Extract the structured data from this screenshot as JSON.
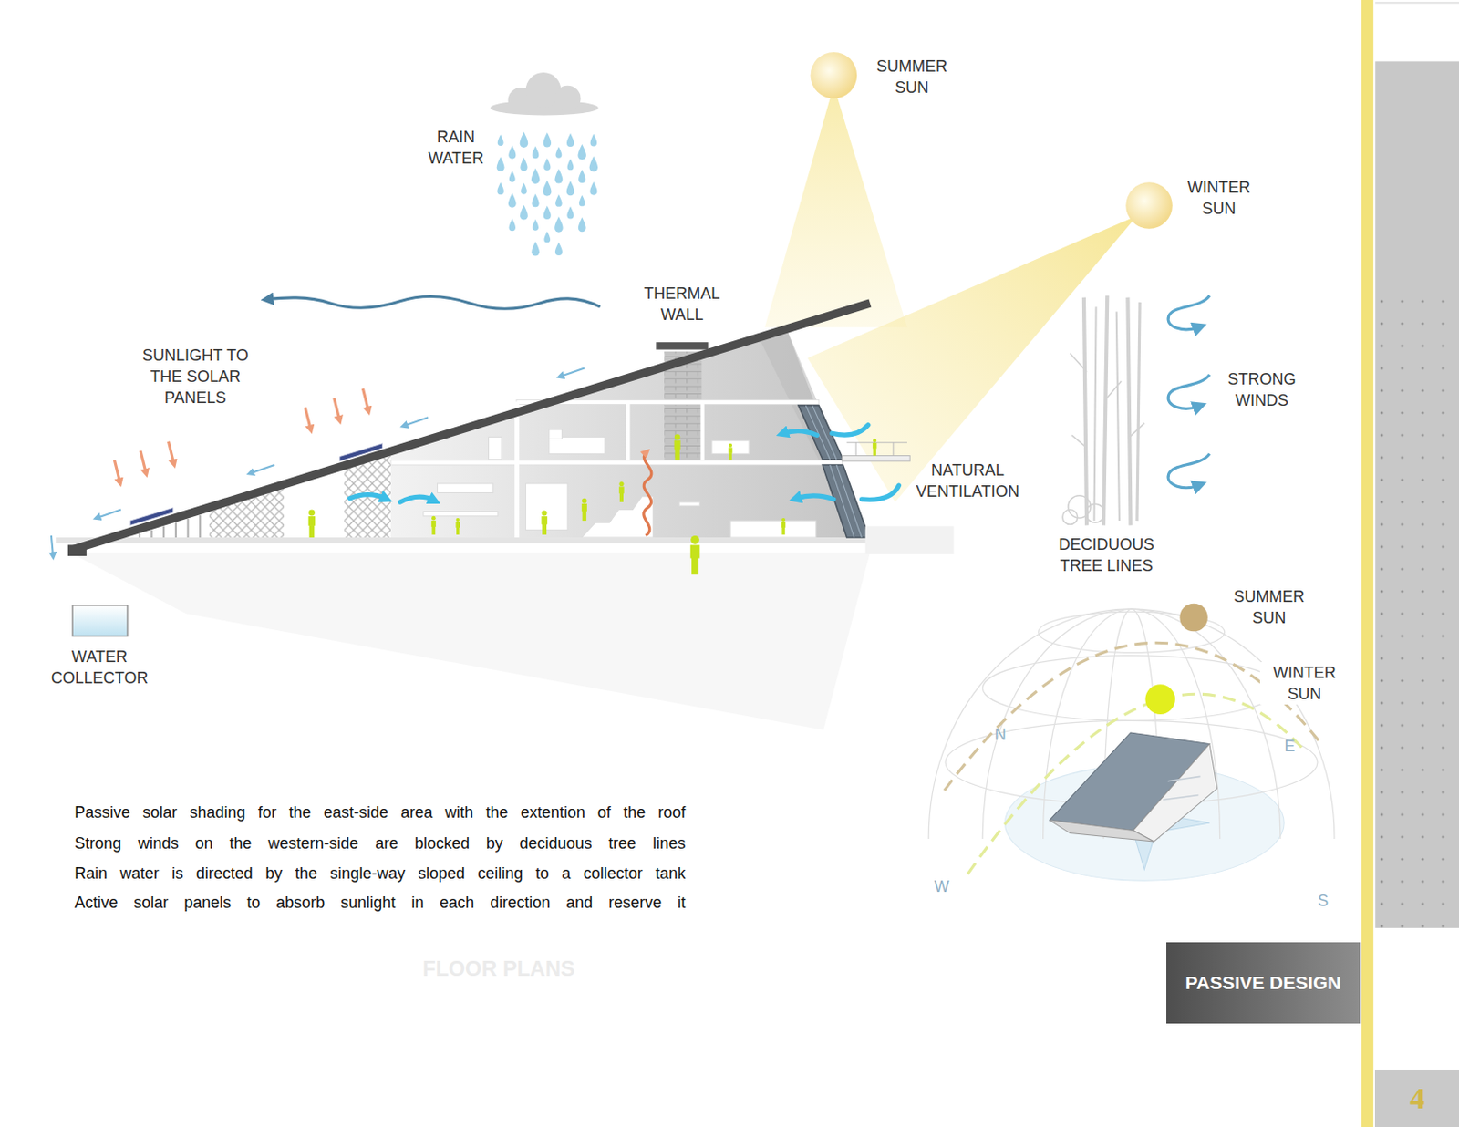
{
  "diagram": {
    "nodes": [
      {
        "text": [
          "PASSIVE DESIGN"
        ]
      },
      {
        "text": [
          "4"
        ]
      }
    ],
    "labels": [
      "RAIN WATER",
      "SUMMER SUN",
      "WINTER SUN",
      "THERMAL WALL",
      "SUNLIGHT TO THE SOLAR PANELS",
      "NATURAL VENTILATION",
      "STRONG WINDS",
      "DECIDUOUS TREE LINES",
      "WATER COLLECTOR",
      "SUMMER SUN",
      "WINTER SUN",
      "N",
      "E",
      "W",
      "S",
      "Passive solar shading for the east-side area with the extention of the roof",
      "Strong winds on the western-side are blocked by deciduous tree lines",
      "Rain water is directed by the single-way sloped ceiling to a collector tank",
      "Active solar panels to absorb sunlight in each direction and reserve it",
      "FLOOR PLANS"
    ]
  }
}
